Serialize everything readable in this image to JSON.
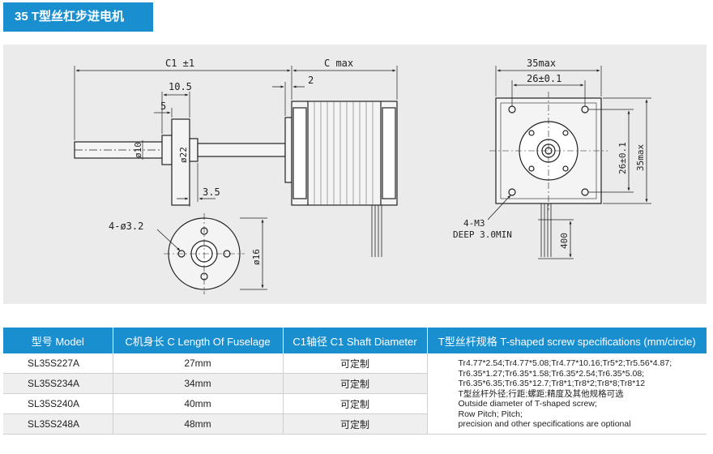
{
  "title": "35 T型丝杠步进电机",
  "drawing": {
    "side": {
      "c1": "C1 ±1",
      "cmax": "C max",
      "d105": "10.5",
      "d2": "2",
      "d5": "5",
      "phi10": "ø10",
      "phi22": "ø22",
      "d35": "3.5"
    },
    "front": {
      "w35": "35max",
      "w26": "26±0.1",
      "h26": "26±0.1",
      "h35": "35max",
      "m3": "4-M3",
      "deep": "DEEP 3.0MIN",
      "l400": "400"
    },
    "flange": {
      "holes": "4-ø3.2",
      "phi16": "ø16"
    }
  },
  "table": {
    "headers": [
      "型号 Model",
      "C机身长 C Length Of Fuselage",
      "C1轴径 C1 Shaft Diameter",
      "T型丝杆规格 T-shaped screw specifications (mm/circle)"
    ],
    "rows": [
      {
        "model": "SL35S227A",
        "length": "27mm",
        "shaft": "可定制"
      },
      {
        "model": "SL35S234A",
        "length": "34mm",
        "shaft": "可定制"
      },
      {
        "model": "SL35S240A",
        "length": "40mm",
        "shaft": "可定制"
      },
      {
        "model": "SL35S248A",
        "length": "48mm",
        "shaft": "可定制"
      }
    ],
    "spec_lines": [
      "Tr4.77*2.54;Tr4.77*5.08;Tr4.77*10.16;Tr5*2;Tr5.56*4.87;",
      "Tr6.35*1.27;Tr6.35*1.58;Tr6.35*2.54;Tr6.35*5.08;",
      "Tr6.35*6.35;Tr6.35*12.7;Tr8*1;Tr8*2;Tr8*8;Tr8*12",
      "T型丝杆外径;行距;螺距;精度及其他规格可选",
      "Outside diameter of T-shaped screw;",
      "Row Pitch; Pitch;",
      "precision and other specifications are optional"
    ]
  }
}
